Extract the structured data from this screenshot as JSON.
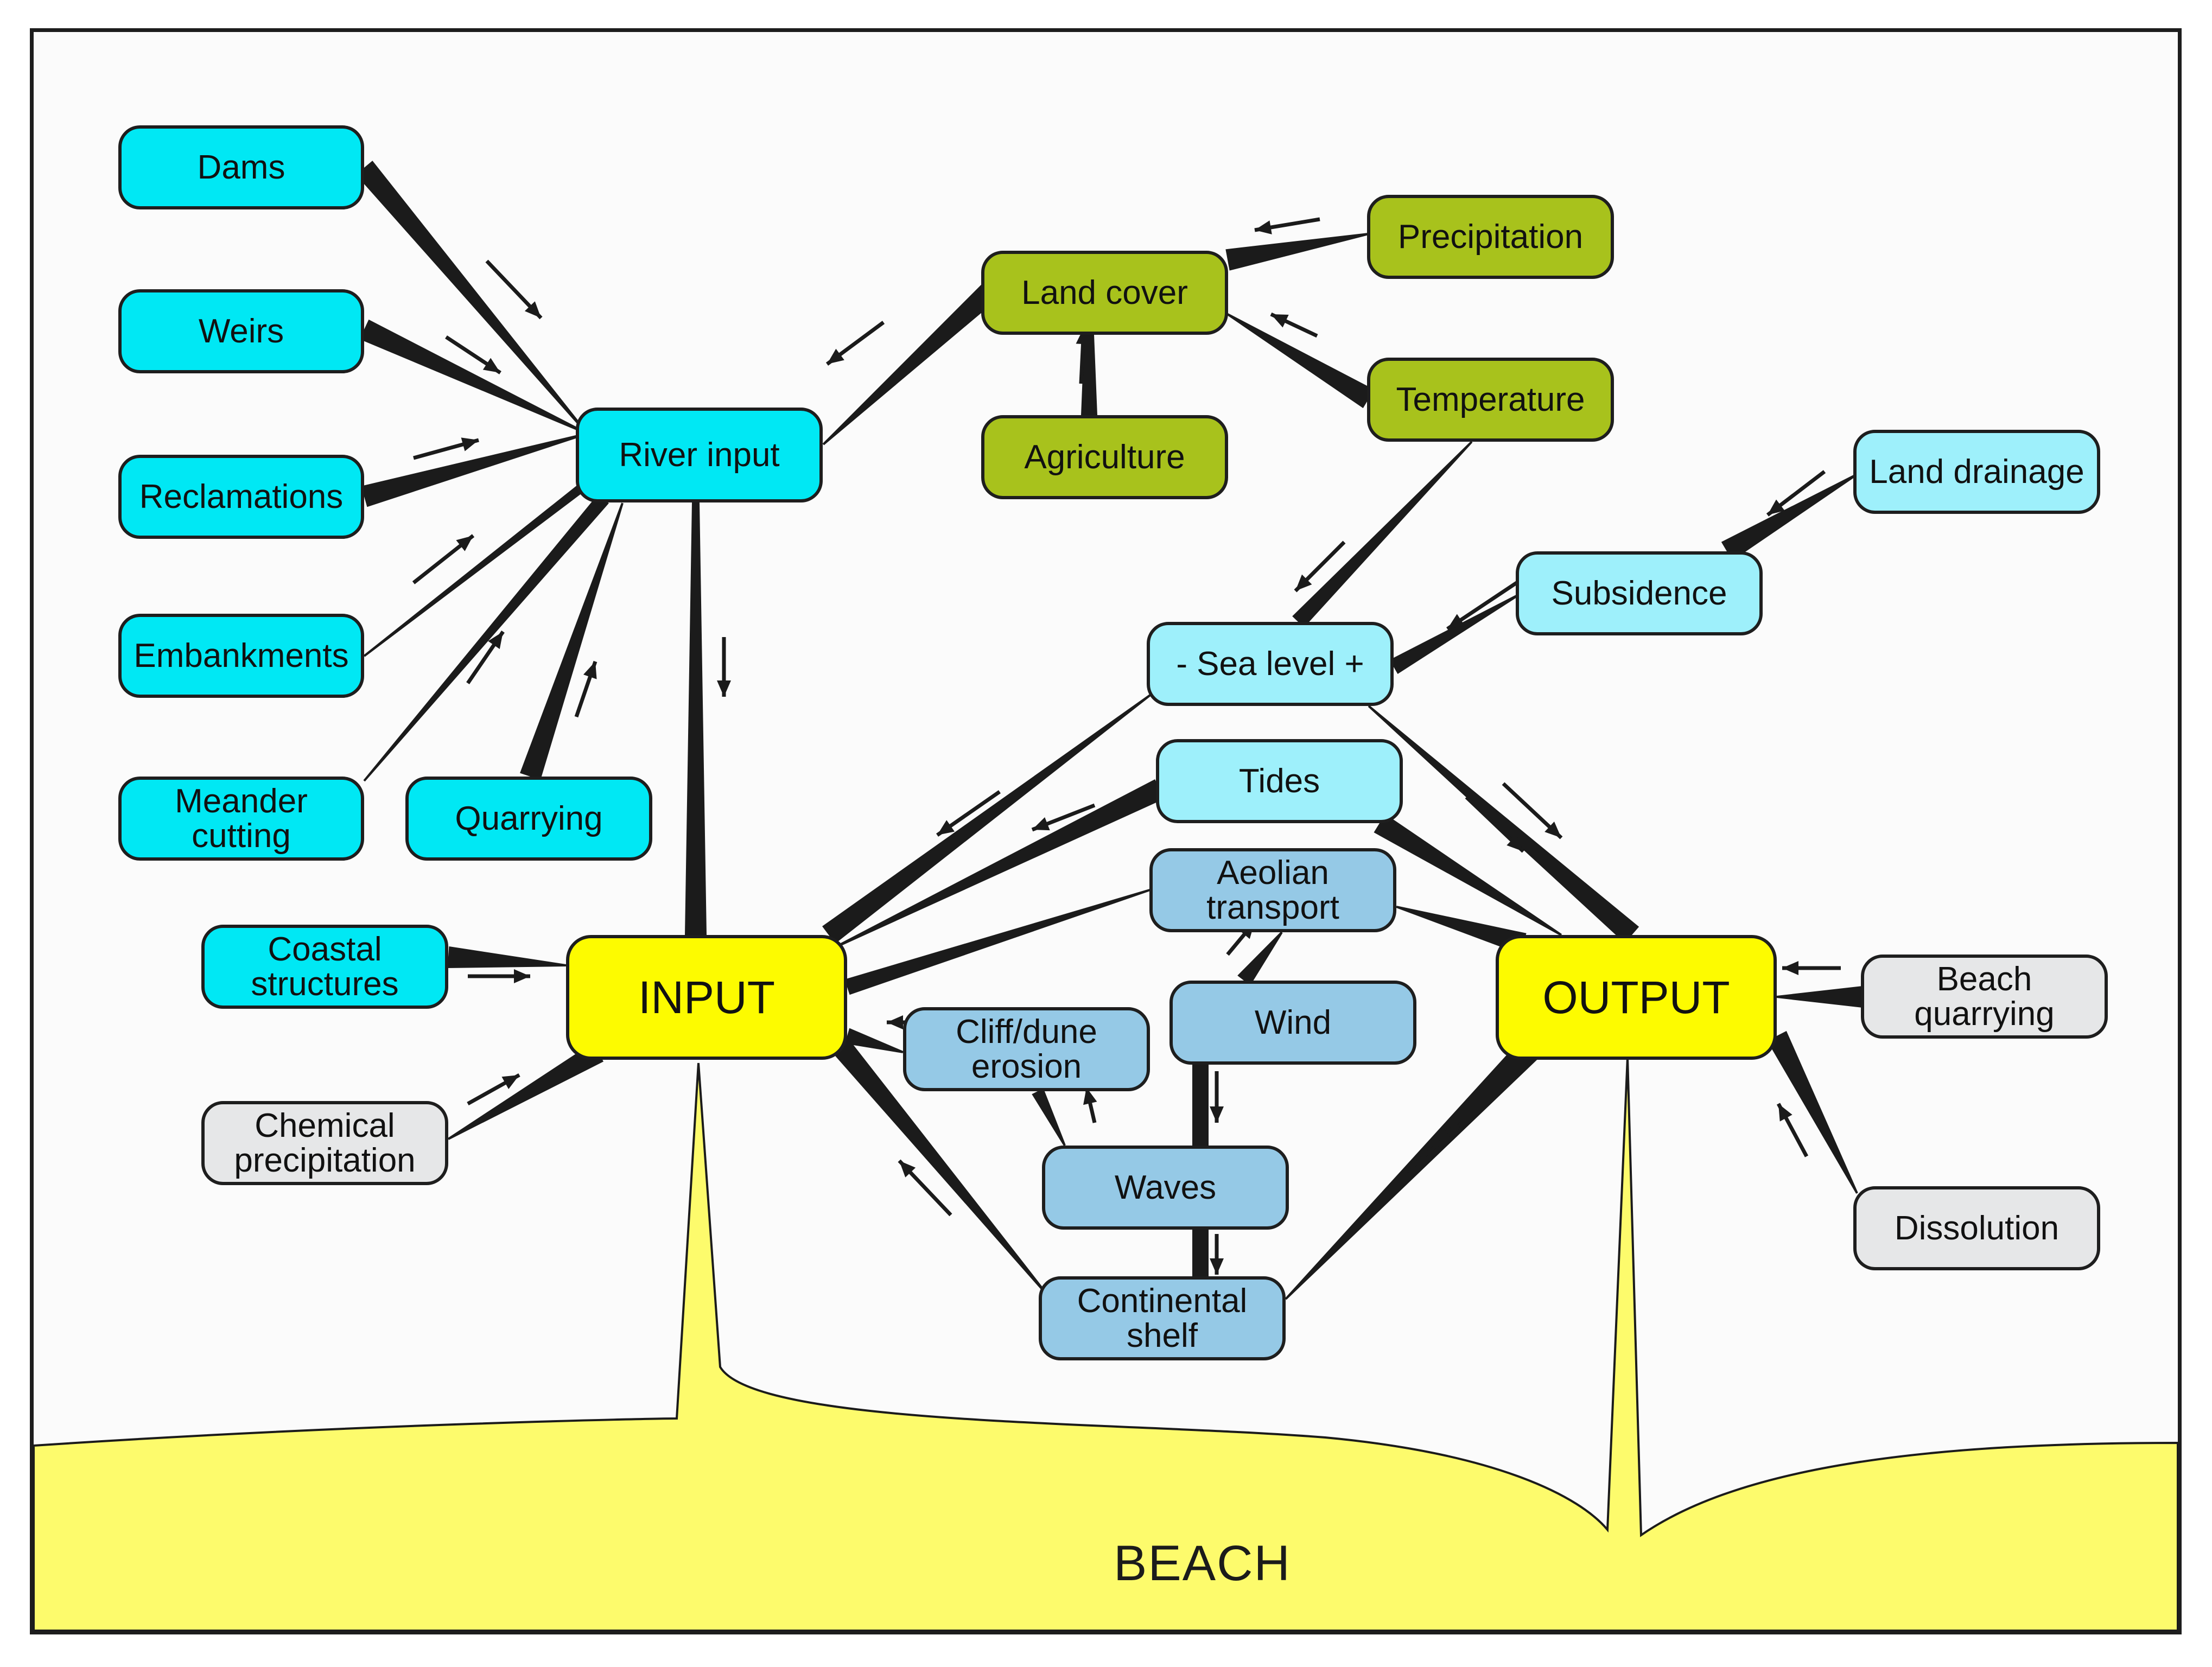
{
  "colors": {
    "human": "#00e8f4",
    "climate": "#a8c21c",
    "marine_light": "#9ef0fb",
    "marine_mid": "#95c9e6",
    "process": "#e6e7e8",
    "hub": "#fdfb00",
    "beach": "#fdfb6c",
    "line": "#1b1b1b"
  },
  "nodes": {
    "dams": "Dams",
    "weirs": "Weirs",
    "reclamations": "Reclamations",
    "embankments": "Embankments",
    "meander_cutting": "Meander\ncutting",
    "quarrying": "Quarrying",
    "river_input": "River input",
    "coastal_structures": "Coastal\nstructures",
    "chemical_precipitation": "Chemical\nprecipitation",
    "land_cover": "Land cover",
    "precipitation": "Precipitation",
    "temperature": "Temperature",
    "agriculture": "Agriculture",
    "land_drainage": "Land drainage",
    "subsidence": "Subsidence",
    "sea_level": "- Sea level +",
    "tides": "Tides",
    "aeolian_transport": "Aeolian\ntransport",
    "wind": "Wind",
    "cliff_dune_erosion": "Cliff/dune\nerosion",
    "waves": "Waves",
    "continental_shelf": "Continental\nshelf",
    "input": "INPUT",
    "output": "OUTPUT",
    "beach_quarrying": "Beach\nquarrying",
    "dissolution": "Dissolution"
  },
  "beach_label": "BEACH"
}
